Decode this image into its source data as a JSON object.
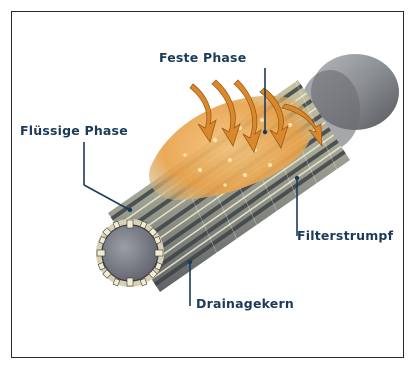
{
  "labels": {
    "solid_phase": "Feste Phase",
    "liquid_phase": "Flüssige Phase",
    "filter_sock": "Filterstrumpf",
    "drainage_core": "Drainagekern"
  },
  "colors": {
    "label_text": "#1b3b5a",
    "leader_line": "#1b3b5a",
    "core_grey": "#7c8088",
    "cake_orange": "#e8a24a",
    "flow_arrow": "#d9882e",
    "end_cap": "#8a8d92"
  }
}
